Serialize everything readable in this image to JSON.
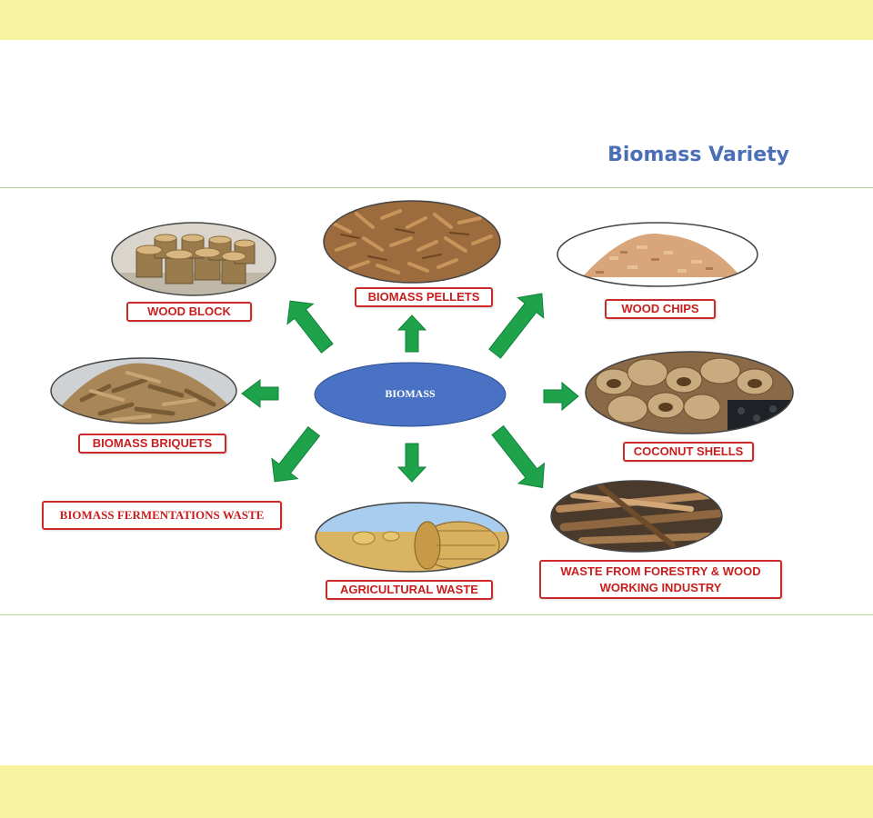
{
  "title": "Biomass Variety",
  "center": {
    "label": "BIOMASS",
    "fill": "#4a72c4"
  },
  "colors": {
    "band": "#f8f3a0",
    "arrow": "#1ea34a",
    "label_border": "#cc2a2a",
    "label_text": "#c81e1e",
    "title": "#4a6fb5"
  },
  "items": [
    {
      "label": "WOOD BLOCK"
    },
    {
      "label": "BIOMASS PELLETS"
    },
    {
      "label": "WOOD CHIPS"
    },
    {
      "label": "BIOMASS BRIQUETS"
    },
    {
      "label": "COCONUT SHELLS"
    },
    {
      "label": "BIOMASS FERMENTATIONS WASTE"
    },
    {
      "label": "AGRICULTURAL WASTE"
    },
    {
      "label": "WASTE FROM FORESTRY & WOOD WORKING INDUSTRY"
    }
  ]
}
